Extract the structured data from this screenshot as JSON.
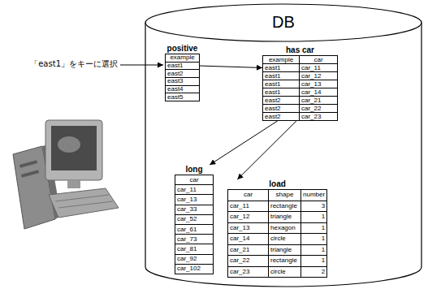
{
  "diagram": {
    "nodes": [
      {
        "text": [
          "DB"
        ]
      },
      {
        "text": [
          "positive"
        ],
        "in": 0
      },
      {
        "text": [
          "has car"
        ],
        "in": 0
      },
      {
        "text": [
          "long"
        ],
        "in": 0
      },
      {
        "text": [
          "load"
        ],
        "in": 0
      }
    ],
    "edges": [
      {
        "from": 1,
        "to": 2,
        "arrow": "to"
      },
      {
        "from": 2,
        "to": 3,
        "arrow": "to"
      },
      {
        "from": 2,
        "to": 4,
        "arrow": "to"
      }
    ],
    "labels": [
      "「east1」をキーに選択",
      "example",
      "east1",
      "east2",
      "east3",
      "east4",
      "east5",
      "example",
      "car",
      "east1",
      "car_11",
      "east1",
      "car_12",
      "east1",
      "car_13",
      "east1",
      "car_14",
      "east2",
      "car_21",
      "east2",
      "car_22",
      "east2",
      "car_23",
      "car",
      "car_11",
      "car_13",
      "car_33",
      "car_52",
      "car_61",
      "car_73",
      "car_81",
      "car_92",
      "car_102",
      "car",
      "shape",
      "number",
      "car_11",
      "rectangle",
      "3",
      "car_12",
      "triangle",
      "1",
      "car_13",
      "hexagon",
      "1",
      "car_14",
      "circle",
      "1",
      "car_21",
      "triangle",
      "1",
      "car_22",
      "rectangle",
      "1",
      "car_23",
      "circle",
      "2"
    ]
  }
}
